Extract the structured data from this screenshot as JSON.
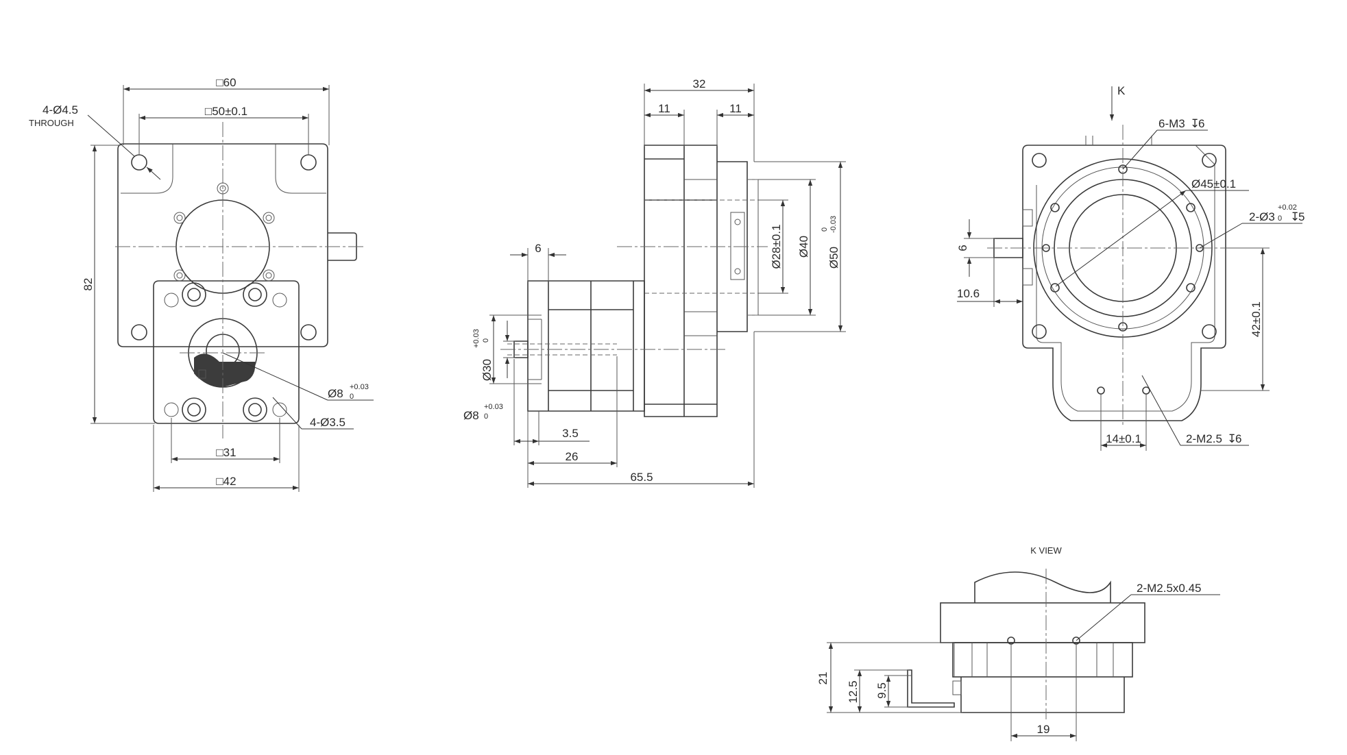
{
  "front_view": {
    "outer_square": "□60",
    "bolt_square": "□50±0.1",
    "mount_holes": "4-Ø4.5",
    "mount_holes_note": "THROUGH",
    "height": "82",
    "shaft_dia": "Ø8",
    "shaft_tol_upper": "+0.03",
    "shaft_tol_lower": "0",
    "flange_holes": "4-Ø3.5",
    "inner_square": "□31",
    "flange_square": "□42"
  },
  "side_view": {
    "top_width": "32",
    "left_offset": "11",
    "right_offset": "11",
    "step_width": "6",
    "bore_dia": "Ø30",
    "bore_tol_upper": "+0.03",
    "bore_tol_lower": "0",
    "shaft_dia": "Ø8",
    "shaft_tol_upper": "+0.03",
    "shaft_tol_lower": "0",
    "shaft_step": "3.5",
    "shaft_length": "26",
    "overall_length": "65.5",
    "pilot_dia": "Ø28±0.1",
    "flange_dia": "Ø40",
    "outer_dia": "Ø50",
    "outer_tol_upper": "0",
    "outer_tol_lower": "-0.03"
  },
  "end_view": {
    "view_arrow": "K",
    "tapped_holes": "6-M3",
    "tapped_depth": "6",
    "pcd": "Ø45±0.1",
    "pin_holes": "2-Ø3",
    "pin_tol_upper": "+0.02",
    "pin_tol_lower": "0",
    "pin_depth": "5",
    "shaft_width": "6",
    "shaft_offset": "10.6",
    "center_height": "42±0.1",
    "hole_spacing": "14±0.1",
    "bottom_holes": "2-M2.5",
    "bottom_depth": "6"
  },
  "k_view": {
    "title": "K VIEW",
    "thread_note": "2-M2.5x0.45",
    "height": "21",
    "sub_height": "12.5",
    "tab_height": "9.5",
    "hole_spacing": "19"
  },
  "colors": {
    "line": "#3a3a3a",
    "background": "#ffffff"
  }
}
